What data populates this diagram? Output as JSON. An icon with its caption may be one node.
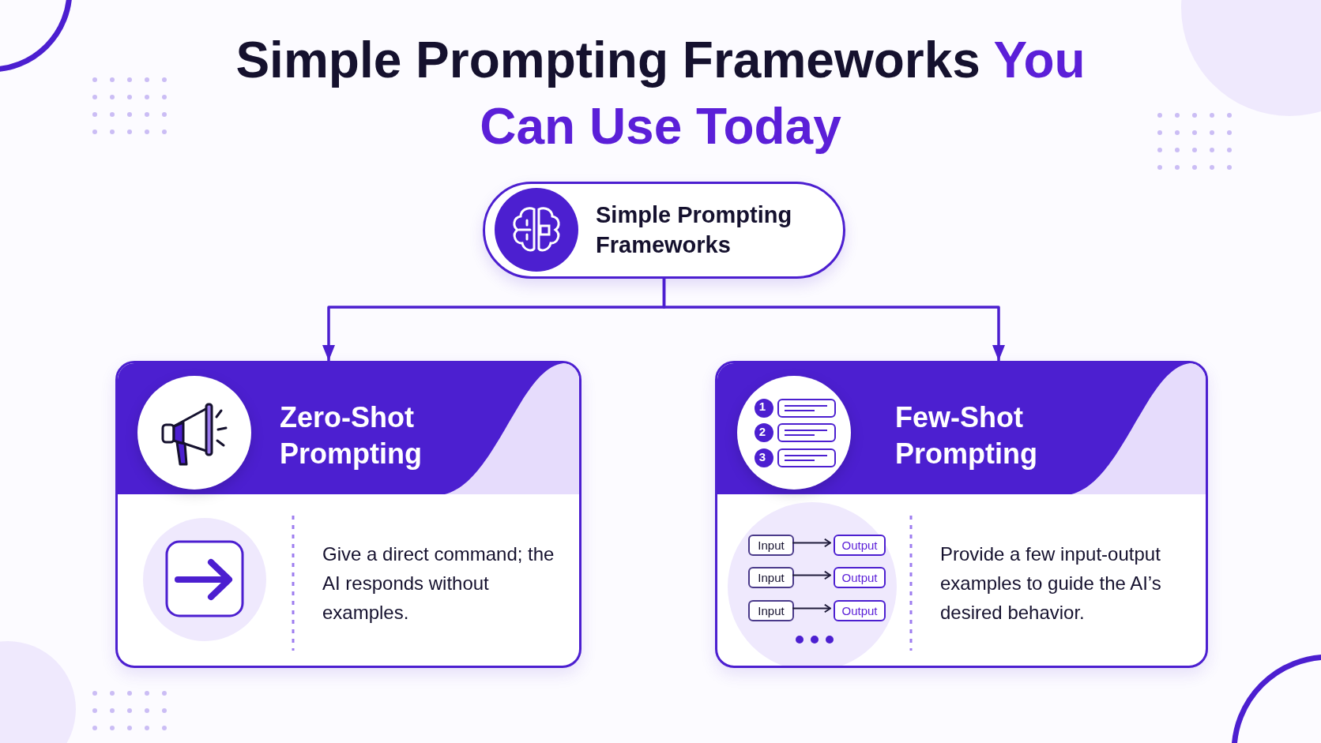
{
  "diagram": {
    "title": "Simple Prompting Frameworks You Can Use Today",
    "nodes": [
      {
        "text": [
          "Simple Prompting Frameworks"
        ]
      },
      {
        "text": [
          "Zero-Shot Prompting",
          "Give a direct command; the AI responds without examples."
        ]
      },
      {
        "text": [
          "Few-Shot Prompting",
          "Provide a few input-output examples to guide the AI’s desired behavior."
        ]
      },
      {
        "text": [
          "Input"
        ],
        "in": 2
      },
      {
        "text": [
          "Output"
        ],
        "in": 2
      },
      {
        "text": [
          "Input"
        ],
        "in": 2
      },
      {
        "text": [
          "Output"
        ],
        "in": 2
      },
      {
        "text": [
          "Input"
        ],
        "in": 2
      },
      {
        "text": [
          "Output"
        ],
        "in": 2
      }
    ],
    "edges": [
      {
        "from": 0,
        "to": 1,
        "arrow": "to",
        "color": "#4c1fd0"
      },
      {
        "from": 0,
        "to": 2,
        "arrow": "to",
        "color": "#4c1fd0"
      },
      {
        "from": 3,
        "to": 4,
        "arrow": "to"
      },
      {
        "from": 5,
        "to": 6,
        "arrow": "to"
      },
      {
        "from": 7,
        "to": 8,
        "arrow": "to"
      }
    ],
    "labels": [
      "1",
      "2",
      "3"
    ]
  }
}
